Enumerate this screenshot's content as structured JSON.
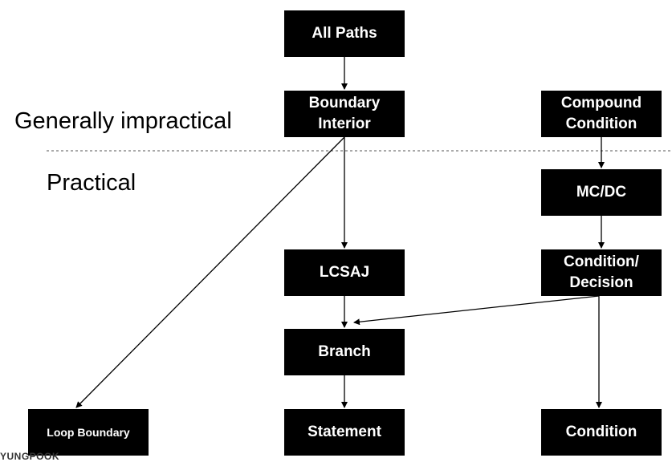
{
  "labels": {
    "impractical": "Generally impractical",
    "practical": "Practical"
  },
  "watermark": "YUNGPOOK",
  "nodes": {
    "all_paths": "All Paths",
    "boundary_interior": "Boundary\nInterior",
    "compound_condition": "Compound\nCondition",
    "mcdc": "MC/DC",
    "lcsaj": "LCSAJ",
    "condition_decision": "Condition/\nDecision",
    "branch": "Branch",
    "loop_boundary": "Loop Boundary",
    "statement": "Statement",
    "condition": "Condition"
  },
  "edges": [
    {
      "from": "all_paths",
      "to": "boundary_interior"
    },
    {
      "from": "boundary_interior",
      "to": "lcsaj"
    },
    {
      "from": "boundary_interior",
      "to": "loop_boundary"
    },
    {
      "from": "compound_condition",
      "to": "mcdc"
    },
    {
      "from": "mcdc",
      "to": "condition_decision"
    },
    {
      "from": "lcsaj",
      "to": "branch"
    },
    {
      "from": "condition_decision",
      "to": "branch"
    },
    {
      "from": "condition_decision",
      "to": "condition"
    },
    {
      "from": "branch",
      "to": "statement"
    }
  ],
  "colors": {
    "node_fill": "#000000",
    "node_text": "#ffffff",
    "edge": "#000000",
    "divider": "#555555"
  }
}
